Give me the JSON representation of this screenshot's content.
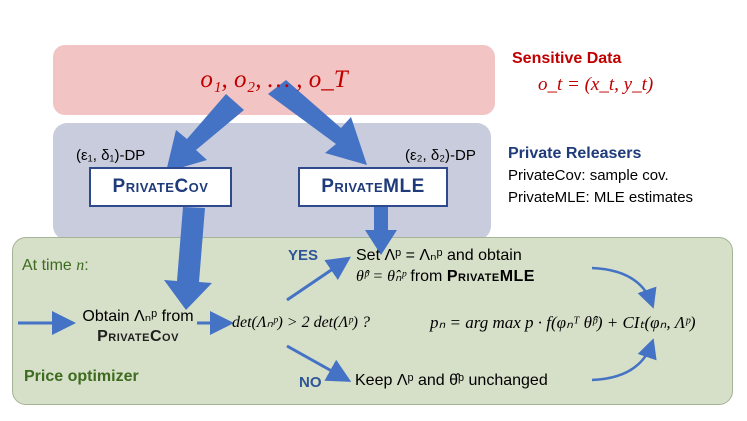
{
  "sensitive": {
    "observations": "o₁, o₂, … , o_T",
    "title": "Sensitive Data",
    "formula": "o_t = (x_t, y_t)"
  },
  "releasers": {
    "title": "Private Releasers",
    "line1": "PrivateCov: sample cov.",
    "line2": "PrivateMLE: MLE estimates",
    "cov_button": "PrivateCov",
    "mle_button": "PrivateMLE",
    "dp_left": "(ε₁, δ₁)-DP",
    "dp_right": "(ε₂, δ₂)-DP"
  },
  "optimizer": {
    "time_label_prefix": "At time ",
    "time_label_var": "n",
    "time_label_suffix": ":",
    "obtain_line1": "Obtain Λₙᵖ from",
    "obtain_line2": "PrivateCov",
    "condition": "det(Λₙᵖ) > 2 det(Λᵖ) ?",
    "yes": "YES",
    "no": "NO",
    "set_line1": "Set Λᵖ = Λₙᵖ and obtain",
    "set_line2_math": "θ̂ᵖ = θ̂ₙᵖ",
    "set_line2_text": " from ",
    "set_line2_sc": "PrivateMLE",
    "keep_line": "Keep Λᵖ and θ̂ᵖ unchanged",
    "price_formula": "pₙ = arg max p · f(φₙᵀ θ̂ᵖ) + CIₜ(φₙ, Λᵖ)",
    "price_optimizer_label": "Price optimizer"
  },
  "colors": {
    "sensitive_fill": "#f2c4c4",
    "sensitive_text": "#c00000",
    "releaser_fill": "#c9ccdd",
    "releaser_title": "#1f3b7a",
    "optimizer_fill": "#d6dfc8",
    "optimizer_label": "#3d6b1f",
    "arrow": "#4472c4"
  }
}
